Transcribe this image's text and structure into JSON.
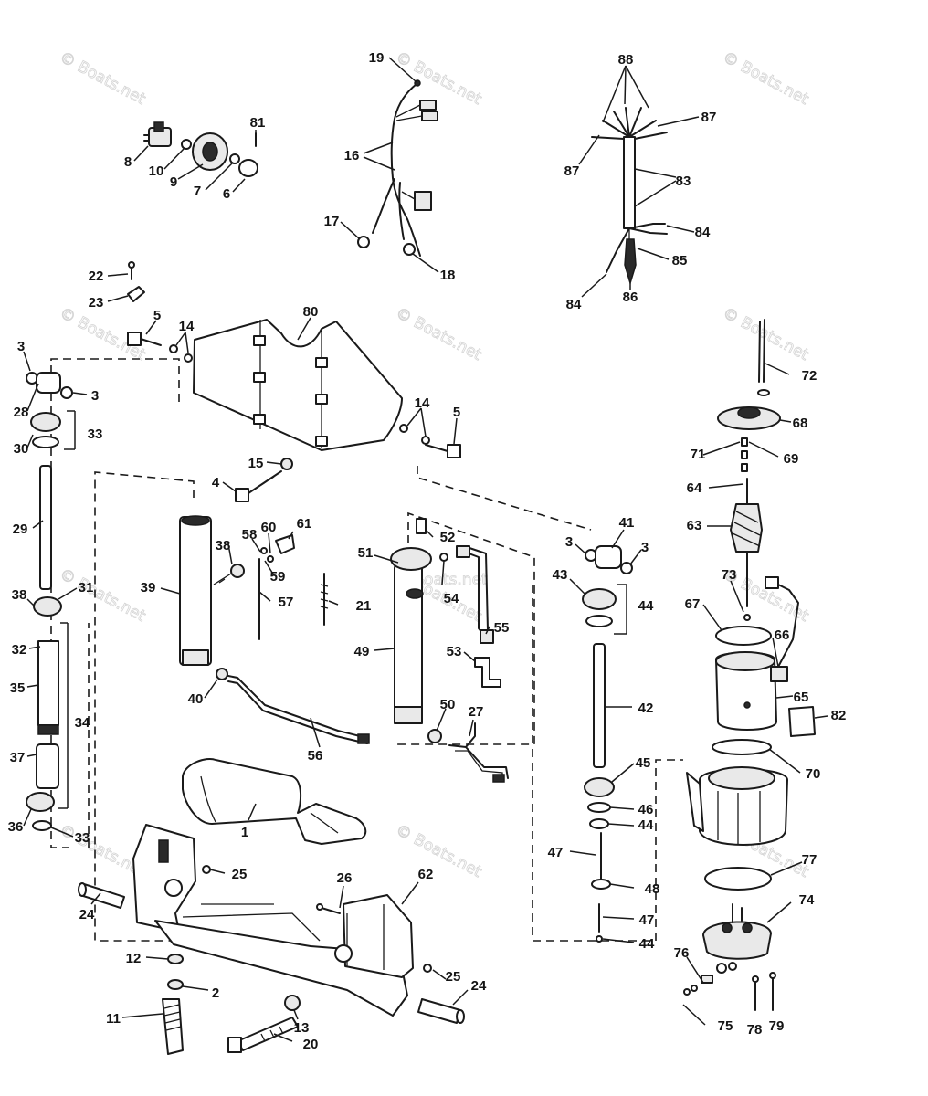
{
  "watermark": "© Boats.net",
  "watermarks_count": 13,
  "parts": {
    "p1": "1",
    "p2": "2",
    "p3a": "3",
    "p3b": "3",
    "p3c": "3",
    "p3d": "3",
    "p4": "4",
    "p5a": "5",
    "p5b": "5",
    "p6": "6",
    "p7": "7",
    "p8": "8",
    "p9": "9",
    "p10": "10",
    "p11": "11",
    "p12": "12",
    "p13": "13",
    "p14a": "14",
    "p14b": "14",
    "p15": "15",
    "p16": "16",
    "p17": "17",
    "p18": "18",
    "p19": "19",
    "p20": "20",
    "p21": "21",
    "p22": "22",
    "p23": "23",
    "p24a": "24",
    "p24b": "24",
    "p25a": "25",
    "p25b": "25",
    "p26": "26",
    "p27": "27",
    "p28": "28",
    "p29": "29",
    "p30": "30",
    "p31": "31",
    "p32": "32",
    "p33a": "33",
    "p33b": "33",
    "p34": "34",
    "p35": "35",
    "p36": "36",
    "p37": "37",
    "p38a": "38",
    "p38b": "38",
    "p39": "39",
    "p40": "40",
    "p41": "41",
    "p42": "42",
    "p43": "43",
    "p44a": "44",
    "p44b": "44",
    "p44c": "44",
    "p45": "45",
    "p46": "46",
    "p47a": "47",
    "p47b": "47",
    "p48": "48",
    "p49": "49",
    "p50": "50",
    "p51": "51",
    "p52": "52",
    "p53": "53",
    "p54": "54",
    "p55": "55",
    "p56": "56",
    "p57": "57",
    "p58": "58",
    "p59": "59",
    "p60": "60",
    "p61": "61",
    "p62": "62",
    "p63": "63",
    "p64": "64",
    "p65": "65",
    "p66": "66",
    "p67": "67",
    "p68": "68",
    "p69": "69",
    "p70": "70",
    "p71": "71",
    "p72": "72",
    "p73": "73",
    "p74": "74",
    "p75": "75",
    "p76": "76",
    "p77": "77",
    "p78": "78",
    "p79": "79",
    "p80": "80",
    "p81": "81",
    "p82": "82",
    "p83": "83",
    "p84a": "84",
    "p84b": "84",
    "p85": "85",
    "p86": "86",
    "p87a": "87",
    "p87b": "87",
    "p88": "88"
  }
}
